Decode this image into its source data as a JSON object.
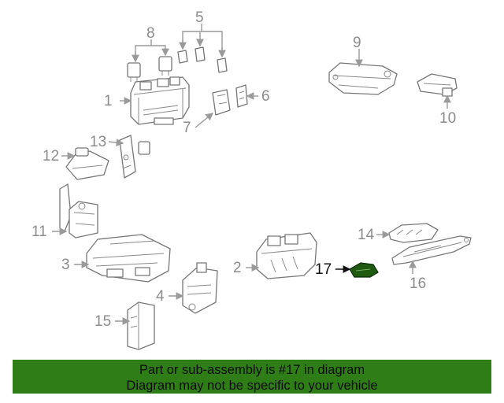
{
  "callouts": {
    "c1": "1",
    "c2": "2",
    "c3": "3",
    "c4": "4",
    "c5": "5",
    "c6": "6",
    "c7": "7",
    "c8": "8",
    "c9": "9",
    "c10": "10",
    "c11": "11",
    "c12": "12",
    "c13": "13",
    "c14": "14",
    "c15": "15",
    "c16": "16",
    "c17": "17"
  },
  "highlight": {
    "part": "17",
    "color": "#2e7d16",
    "part_color": "#1f5a10"
  },
  "banner": {
    "line1": "Part or sub-assembly is #17 in diagram",
    "line2": "Diagram may not be specific to your vehicle",
    "background": "#2e7d16"
  }
}
